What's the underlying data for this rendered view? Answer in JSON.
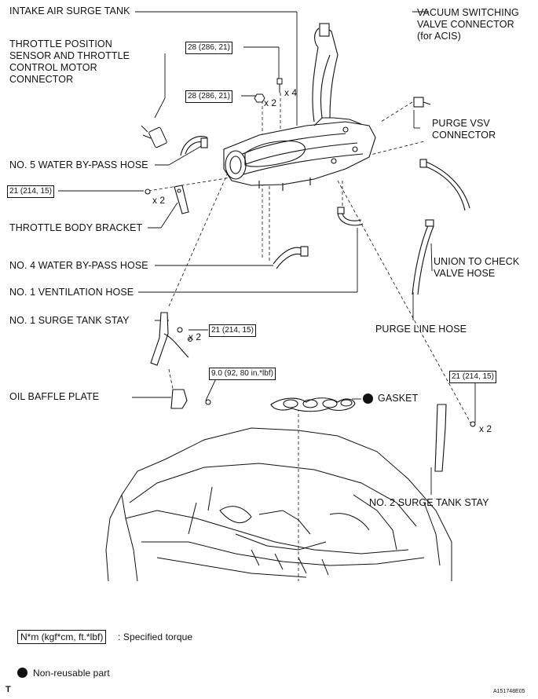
{
  "labels": {
    "intake_air_surge_tank": "INTAKE AIR SURGE TANK",
    "vacuum_switching_valve": "VACUUM SWITCHING\nVALVE CONNECTOR\n(for ACIS)",
    "throttle_position_sensor": "THROTTLE POSITION\nSENSOR AND THROTTLE\nCONTROL MOTOR\nCONNECTOR",
    "purge_vsv_connector": "PURGE VSV\nCONNECTOR",
    "no5_water_bypass_hose": "NO. 5 WATER BY-PASS HOSE",
    "throttle_body_bracket": "THROTTLE BODY BRACKET",
    "union_to_check_valve_hose": "UNION TO CHECK\nVALVE HOSE",
    "no4_water_bypass_hose": "NO. 4 WATER BY-PASS HOSE",
    "no1_ventilation_hose": "NO. 1 VENTILATION HOSE",
    "no1_surge_tank_stay": "NO. 1 SURGE TANK STAY",
    "purge_line_hose": "PURGE LINE HOSE",
    "oil_baffle_plate": "OIL BAFFLE PLATE",
    "gasket": "GASKET",
    "no2_surge_tank_stay": "NO. 2 SURGE TANK STAY"
  },
  "torques": {
    "surge_tank_bolt": "28 (286, 21)",
    "surge_tank_nut": "28 (286, 21)",
    "throttle_bracket": "21 (214, 15)",
    "stay1": "21 (214, 15)",
    "baffle": "9.0 (92, 80 in.*lbf)",
    "stay2": "21 (214, 15)"
  },
  "quantities": {
    "bolts_x4": "x 4",
    "nuts_x2": "x 2",
    "bracket_x2": "x 2",
    "stay1_x2": "x 2",
    "stay2_x2": "x 2"
  },
  "legend": {
    "torque_unit": "N*m (kgf*cm, ft.*lbf)",
    "torque_desc": ": Specified torque",
    "nonreusable_desc": "Non-reusable part"
  },
  "corner_mark": "T",
  "figure_id": "A151748E05"
}
